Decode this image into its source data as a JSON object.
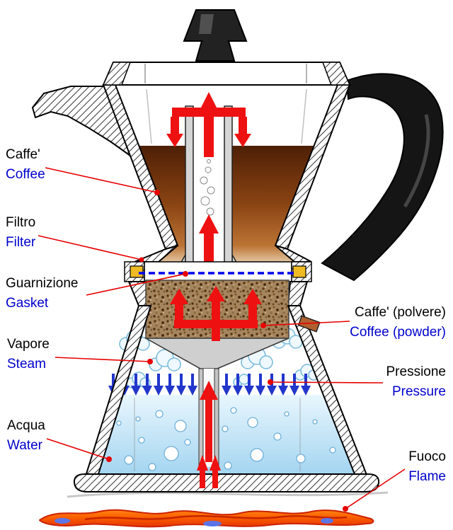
{
  "diagram": {
    "type": "moka-pot-cross-section",
    "labels": {
      "coffee": {
        "it": "Caffe'",
        "en": "Coffee"
      },
      "filter": {
        "it": "Filtro",
        "en": "Filter"
      },
      "gasket": {
        "it": "Guarnizione",
        "en": "Gasket"
      },
      "coffee_powder": {
        "it": "Caffe' (polvere)",
        "en": "Coffee (powder)"
      },
      "steam": {
        "it": "Vapore",
        "en": "Steam"
      },
      "pressure": {
        "it": "Pressione",
        "en": "Pressure"
      },
      "water": {
        "it": "Acqua",
        "en": "Water"
      },
      "flame": {
        "it": "Fuoco",
        "en": "Flame"
      }
    },
    "colors": {
      "label_italian": "#000000",
      "label_english": "#0000cd",
      "leader_line": "#e60000",
      "flow_arrow_red": "#ee1111",
      "pressure_arrow_blue": "#2236cc",
      "gasket_dashed_line": "#0000ee",
      "gasket_seal_yellow": "#eebb22",
      "coffee_dark": "#4e1f06",
      "coffee_light": "#bc7434",
      "coffee_powder": "#a5855e",
      "water_blue": "#a2d4f0",
      "steam_cloud": "#76b9dd",
      "flame_orange": "#ff6600",
      "flame_red": "#e23000",
      "flame_blue": "#4d79ff",
      "handle_black": "#151515"
    }
  }
}
